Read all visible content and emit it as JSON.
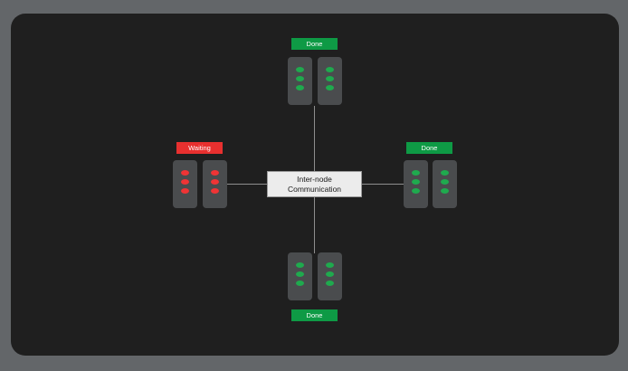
{
  "center": {
    "line1": "Inter-node",
    "line2": "Communication"
  },
  "nodes": {
    "top": {
      "status": "Done",
      "status_color": "#0e9a45",
      "led_color": "#1faa4e"
    },
    "left": {
      "status": "Waiting",
      "status_color": "#e8302f",
      "led_color": "#ef3435"
    },
    "right": {
      "status": "Done",
      "status_color": "#0e9a45",
      "led_color": "#1faa4e"
    },
    "bottom": {
      "status": "Done",
      "status_color": "#0e9a45",
      "led_color": "#1faa4e"
    }
  },
  "colors": {
    "background": "#636669",
    "panel": "#1f1f1f",
    "device": "#4a4c4e",
    "connector": "#8e8e8e"
  }
}
